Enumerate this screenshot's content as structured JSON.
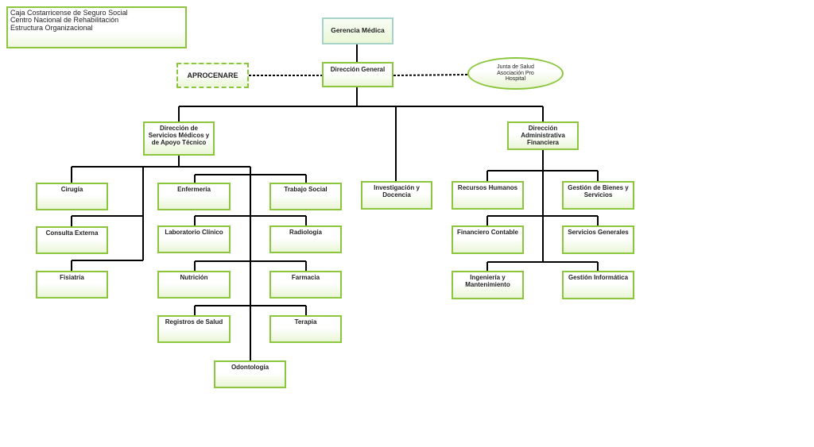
{
  "header": {
    "line1": "Caja Costarricense de Seguro Social",
    "line2": "Centro Nacional de Rehabilitación",
    "line3": "Estructura Organizacional"
  },
  "nodes": {
    "gerencia_medica": "Gerencia Médica",
    "direccion_general": "Dirección General",
    "aprocenare": "APROCENARE",
    "junta_salud": "Junta de Salud Asociación Pro Hospital",
    "dir_servicios_medicos": "Dirección de Servicios Médicos y de Apoyo Técnico",
    "investigacion_docencia": "Investigación y Docencia",
    "dir_administrativa": "Dirección Administrativa Financiera",
    "cirugia": "Cirugía",
    "consulta_externa": "Consulta Externa",
    "fisiatria": "Fisiatría",
    "enfermeria": "Enfermería",
    "trabajo_social": "Trabajo Social",
    "laboratorio_clinico": "Laboratorio Clínico",
    "radiologia": "Radiología",
    "nutricion": "Nutrición",
    "farmacia": "Farmacia",
    "registros_salud": "Registros de Salud",
    "terapia": "Terapia",
    "odontologia": "Odontología",
    "recursos_humanos": "Recursos Humanos",
    "gestion_bienes": "Gestión de Bienes y Servicios",
    "financiero_contable": "Financiero Contable",
    "servicios_generales": "Servicios Generales",
    "ingenieria_mantenimiento": "Ingeniería y Mantenimiento",
    "gestion_informatica": "Gestión Informática"
  }
}
